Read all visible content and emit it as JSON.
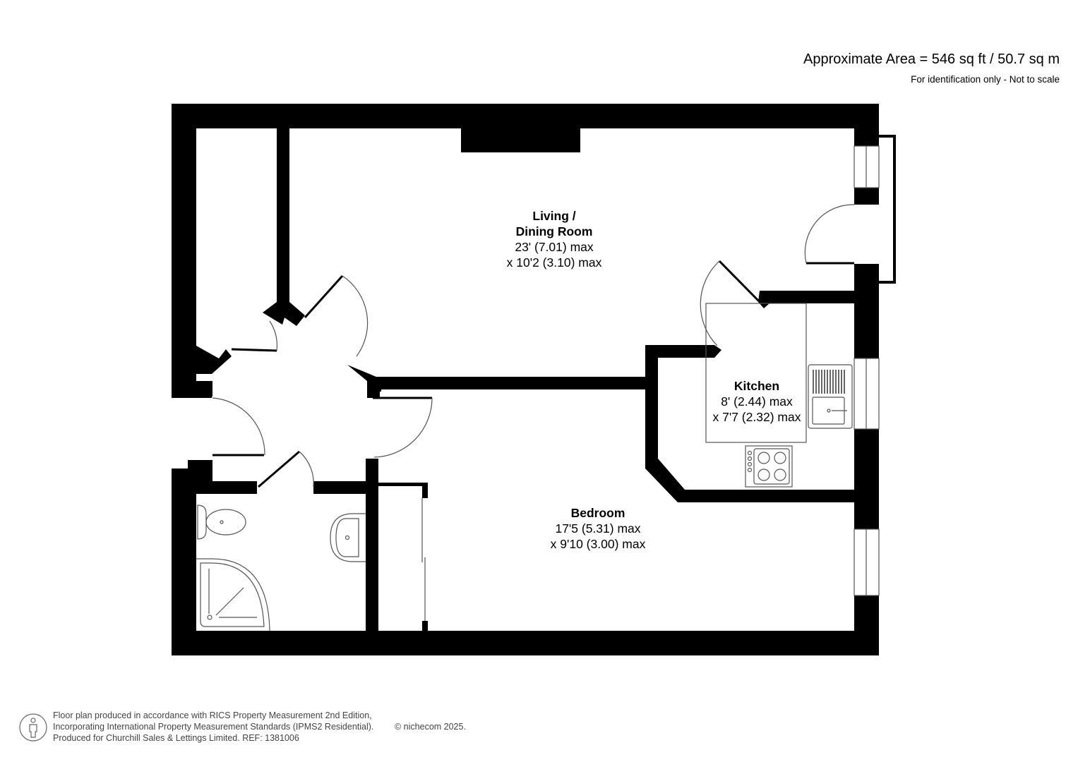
{
  "header": {
    "approximate_area": "Approximate Area = 546 sq ft / 50.7 sq m",
    "disclaimer": "For identification only - Not to scale"
  },
  "rooms": [
    {
      "name_line1": "Living /",
      "name_line2": "Dining Room",
      "dim1": "23' (7.01) max",
      "dim2": "x 10'2 (3.10) max"
    },
    {
      "name": "Kitchen",
      "dim1": "8' (2.44) max",
      "dim2": "x 7'7 (2.32) max"
    },
    {
      "name": "Bedroom",
      "dim1": "17'5 (5.31) max",
      "dim2": "x 9'10 (3.00) max"
    }
  ],
  "footer": {
    "line1": "Floor plan produced in accordance with RICS Property Measurement 2nd Edition,",
    "line2": "Incorporating International Property Measurement Standards (IPMS2 Residential).",
    "copyright": "© nichecom 2025.",
    "line3": "Produced for Churchill Sales & Lettings Limited.   REF: 1381006",
    "logo_icon": "person-in-circle-icon"
  },
  "colors": {
    "wall": "#000000",
    "fixture_line": "#555555",
    "background": "#ffffff",
    "footer_text": "#444444"
  }
}
